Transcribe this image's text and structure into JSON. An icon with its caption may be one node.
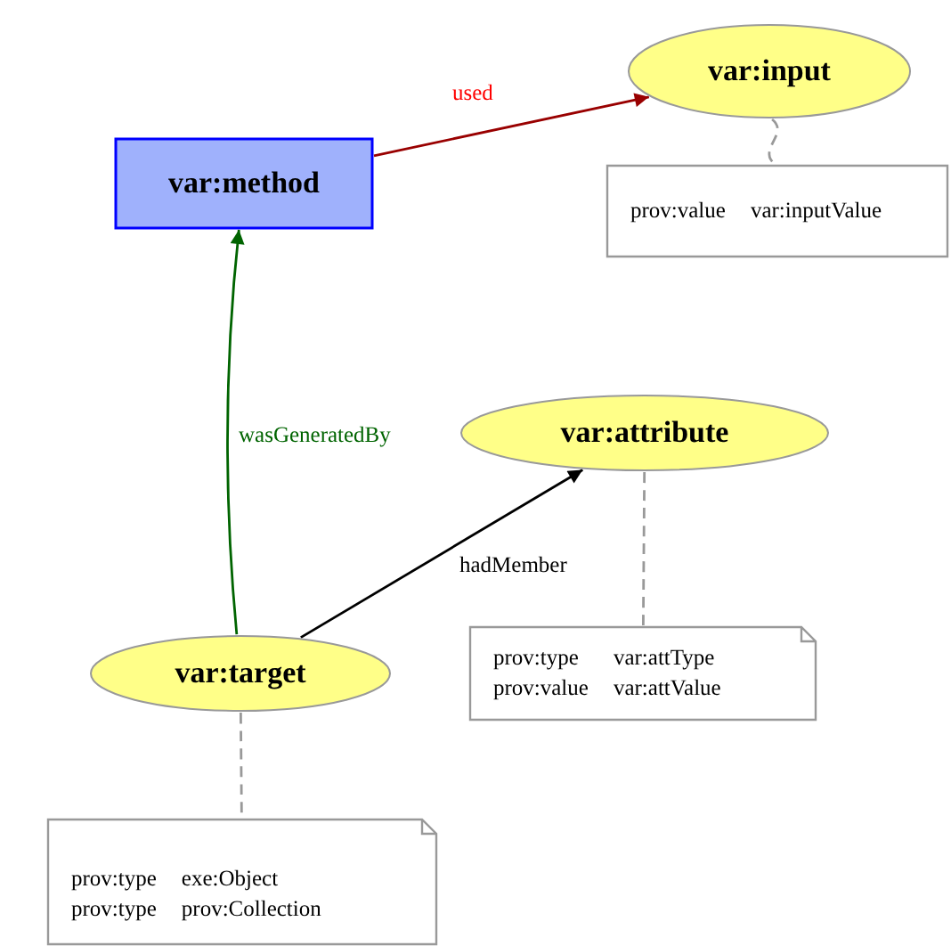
{
  "diagram": {
    "nodes": [
      {
        "text": [
          "var:input"
        ]
      },
      {
        "text": [
          "prov:value",
          "var:inputValue"
        ]
      },
      {
        "text": [
          "var:method"
        ]
      },
      {
        "text": [
          "var:attribute"
        ]
      },
      {
        "text": [
          "var:target"
        ]
      },
      {
        "text": [
          "prov:type",
          "var:attType",
          "prov:value",
          "var:attValue"
        ]
      },
      {
        "text": [
          "prov:type",
          "exe:Object",
          "prov:type",
          "prov:Collection"
        ]
      }
    ],
    "edges": [
      {
        "from": 2,
        "to": 0,
        "arrow": "to",
        "label": "used",
        "color": "#990000"
      },
      {
        "from": 4,
        "to": 2,
        "arrow": "to",
        "label": "wasGeneratedBy",
        "color": "#006400"
      },
      {
        "from": 4,
        "to": 3,
        "arrow": "to",
        "label": "hadMember",
        "color": "#000000"
      },
      {
        "from": 0,
        "to": 1,
        "arrow": "none",
        "style": "dashed",
        "color": "#999999"
      },
      {
        "from": 3,
        "to": 5,
        "arrow": "none",
        "style": "dashed",
        "color": "#999999"
      },
      {
        "from": 4,
        "to": 6,
        "arrow": "none",
        "style": "dashed",
        "color": "#999999"
      }
    ]
  }
}
